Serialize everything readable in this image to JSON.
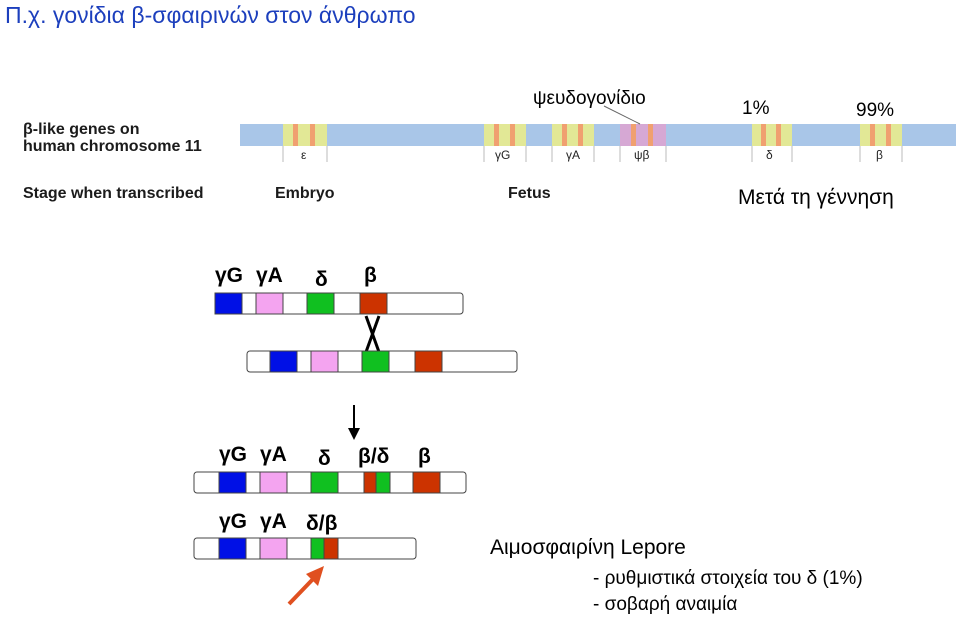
{
  "title": "Π.χ. γονίδια β-σφαιρινών στον άνθρωπο",
  "colors": {
    "title": "#1c3fbd",
    "chromosome": "#a9c6e8",
    "gene_box": "#e2e896",
    "gene_stripe": "#f0a070",
    "pseudogene_box": "#d6a8d4",
    "gammaG": "#0010e6",
    "gammaA": "#f4a4f0",
    "delta": "#10c020",
    "beta": "#cc3300",
    "arrow": "#e05020"
  },
  "chromosome_panel": {
    "label_line1": "β-like genes on",
    "label_line2": "human chromosome 11",
    "stage_label": "Stage when transcribed",
    "stage_embryo": "Embryo",
    "stage_fetus": "Fetus",
    "genes": [
      "ε",
      "γG",
      "γA",
      "ψβ",
      "δ",
      "β"
    ],
    "pseudogene_label": "ψευδογονίδιο",
    "delta_pct": "1%",
    "beta_pct": "99%",
    "after_birth_label": "Μετά τη γέννηση"
  },
  "crossover": {
    "top_labels": [
      "γG",
      "γA",
      "δ",
      "β"
    ],
    "cross_mark": "X",
    "product_labels": [
      "γG",
      "γA",
      "δ",
      "β/δ",
      "β"
    ],
    "lepore_labels": [
      "γG",
      "γA",
      "δ/β"
    ]
  },
  "notes": {
    "lepore_title": "Αιμοσφαιρίνη Lepore",
    "line1": "- ρυθμιστικά στοιχεία του δ (1%)",
    "line2": "- σοβαρή αναιμία"
  }
}
